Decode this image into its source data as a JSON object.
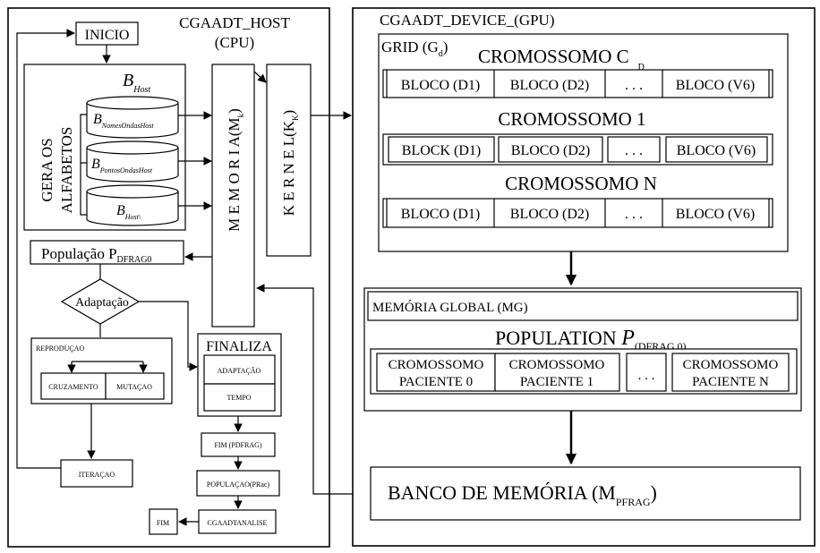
{
  "host": {
    "title": "CGAADT_HOST",
    "subtitle": "(CPU)",
    "inicio": "INICIO",
    "alphabet_group": {
      "label_line1": "GERA OS",
      "label_line2": "ALFABETOS",
      "b_host": {
        "main": "B",
        "sub": "Host"
      },
      "databases": [
        {
          "main": "B",
          "sub": "NomesOndasHost"
        },
        {
          "main": "B",
          "sub": "PontosOndasHost"
        },
        {
          "main": "B",
          "sub": "Host\\"
        }
      ]
    },
    "memoria": {
      "main": "M E M O R I A(M",
      "sub": "k",
      "close": ")"
    },
    "kernel": {
      "main": "K E R N E L(K",
      "sub": "K",
      "close": ")"
    },
    "populacao": {
      "main": "População P",
      "sub": "DFRAG0"
    },
    "adaptacao": "Adaptação",
    "reproducao": "REPRODUÇAO",
    "cruzamento": "CRUZAMENTO",
    "mutacao": "MUTAÇAO",
    "iteracao": "ITERAÇAO",
    "finaliza": "FINALIZA",
    "fin_adaptacao": "ADAPTAÇÃO",
    "fin_tempo": "TEMPO",
    "fim_pdfrag": "FIM (PDFRAG)",
    "populacao_prac": "POPULAÇAO(PRac)",
    "fim": "FIM",
    "cgaadt_analise": "CGAADTANALISE"
  },
  "device": {
    "title": "CGAADT_DEVICE_(GPU)",
    "grid": {
      "main": "GRID (G",
      "sub": "d",
      "close": ")"
    },
    "cromossomo_c": {
      "main": "CROMOSSOMO C",
      "sub": "D"
    },
    "cromossomo_1": "CROMOSSOMO 1",
    "cromossomo_n": "CROMOSSOMO N",
    "rows": [
      [
        "BLOCO (D1)",
        "BLOCO (D2)",
        ". . .",
        "BLOCO (V6)"
      ],
      [
        "BLOCK (D1)",
        "BLOCO (D2)",
        ". . .",
        "BLOCO  (V6)"
      ],
      [
        "BLOCO (D1)",
        "BLOCO (D2)",
        ". . .",
        "BLOCO (V6)"
      ]
    ],
    "memoria_global": "MEMÓRIA GLOBAL (MG)",
    "population": {
      "main": "POPULATION ",
      "p": "P",
      "sub": "(DFRAG 0)"
    },
    "pacientes": [
      [
        "CROMOSSOMO",
        "PACIENTE 0"
      ],
      [
        "CROMOSSOMO",
        "PACIENTE 1"
      ],
      [
        ". . .",
        ""
      ],
      [
        "CROMOSSOMO",
        "PACIENTE N"
      ]
    ],
    "banco": {
      "main": "BANCO DE MEMÓRIA (M",
      "sub": "PFRAG",
      "close": ")"
    }
  }
}
